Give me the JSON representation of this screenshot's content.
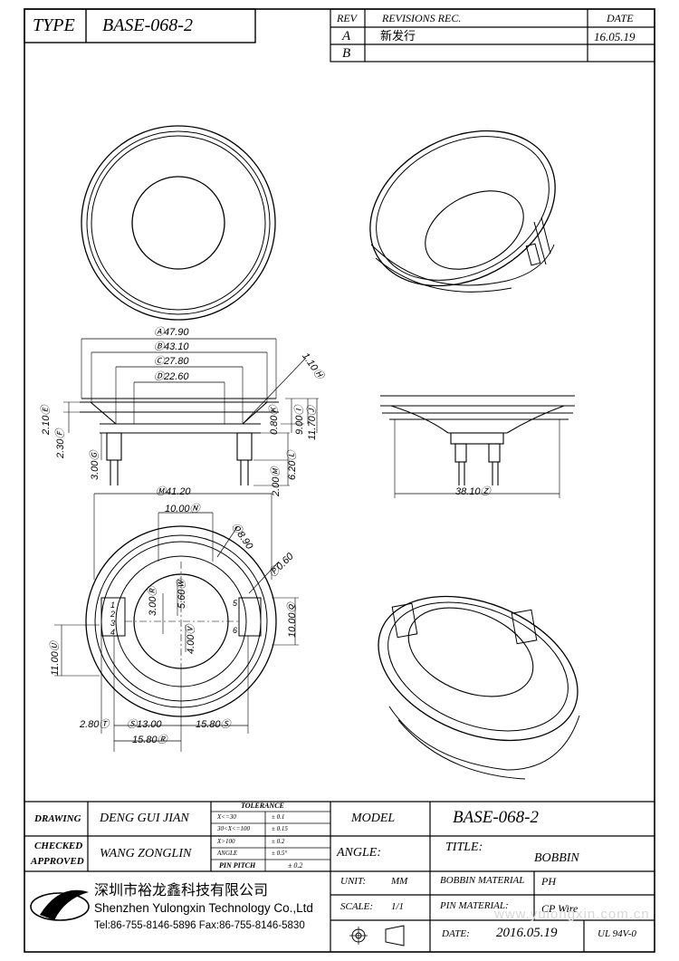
{
  "header": {
    "type_label": "TYPE",
    "type_value": "BASE-068-2",
    "rev_col": "REV",
    "revisions_col": "REVISIONS REC.",
    "date_col": "DATE",
    "rows": [
      {
        "rev": "A",
        "desc": "新发行",
        "date": "16.05.19"
      },
      {
        "rev": "B",
        "desc": "",
        "date": ""
      }
    ]
  },
  "dimensions": {
    "side_top": [
      "Ⓐ47.90",
      "Ⓑ43.10",
      "Ⓒ27.80",
      "Ⓓ22.60"
    ],
    "side_left": [
      "2.10Ⓔ",
      "2.30Ⓕ",
      "3.00Ⓖ"
    ],
    "side_right": [
      "1.10Ⓗ",
      "9.00Ⓘ",
      "11.70Ⓙ",
      "0.80Ⓚ",
      "6.20Ⓛ",
      "2.00Ⓜ"
    ],
    "front_bottom": "38.10Ⓩ",
    "bottom_top": [
      "Ⓜ41.20",
      "10.00Ⓝ",
      "Ⓞ8.90",
      "Ⓟ0.60"
    ],
    "bottom_inner": [
      "3.00Ⓡ",
      "5.60Ⓦ",
      "4.00Ⓥ"
    ],
    "bottom_right": "10.00Ⓠ",
    "bottom_left": "11.00Ⓤ",
    "bottom_bottom": [
      "2.80Ⓣ",
      "Ⓢ13.00",
      "15.80Ⓡ",
      "15.80Ⓢ"
    ],
    "pins": [
      "1",
      "2",
      "3",
      "4",
      "5",
      "6"
    ]
  },
  "title_block": {
    "drawing_label": "DRAWING",
    "drawing_value": "DENG GUI JIAN",
    "checked_label": "CHECKED",
    "approved_label": "APPROVED",
    "checked_value": "WANG ZONGLIN",
    "tolerance_label": "TOLERANCE",
    "tolerance_rows": [
      {
        "range": "X<=30",
        "tol": "± 0.1"
      },
      {
        "range": "30<X<=100",
        "tol": "± 0.15"
      },
      {
        "range": "X>100",
        "tol": "± 0.2"
      },
      {
        "range": "ANGLE",
        "tol": "± 0.5°"
      }
    ],
    "pin_pitch_label": "PIN PITCH",
    "pin_pitch_value": "± 0.2",
    "model_label": "MODEL",
    "model_value": "BASE-068-2",
    "angle_label": "ANGLE:",
    "title_label": "TITLE:",
    "title_value": "BOBBIN",
    "unit_label": "UNIT:",
    "unit_value": "MM",
    "scale_label": "SCALE:",
    "scale_value": "1/1",
    "bobbin_material_label": "BOBBIN MATERIAL",
    "bobbin_material_value": "PH",
    "pin_material_label": "PIN MATERIAL:",
    "pin_material_value": "CP Wire",
    "date_label": "DATE:",
    "date_value": "2016.05.19",
    "ul_value": "UL 94V-0"
  },
  "company": {
    "name_cn": "深圳市裕龙鑫科技有限公司",
    "name_en": "Shenzhen Yulongxin Technology Co.,Ltd",
    "contact": "Tel:86-755-8146-5896  Fax:86-755-8146-5830"
  },
  "watermark": "www.yulongxin.com.cn"
}
